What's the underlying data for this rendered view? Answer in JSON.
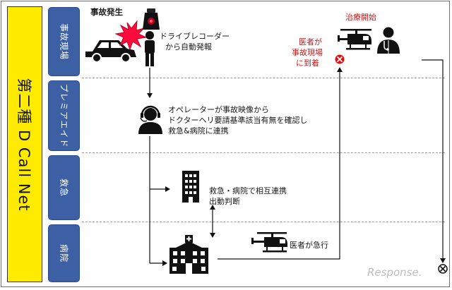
{
  "title": "第二種 D Call Net",
  "lanes": [
    {
      "label": "事故現場"
    },
    {
      "label": "プレミアエイド"
    },
    {
      "label": "救急"
    },
    {
      "label": "病院"
    }
  ],
  "labels": {
    "accident": "事故発生",
    "recorder_1": "ドライブレコーダー",
    "recorder_2": "から自動発報",
    "operator_1": "オペレーターが事故映像から",
    "operator_2": "ドクターヘリ要請基準該当有無を確認し",
    "operator_3": "救急&病院に連携",
    "coord_1": "救急・病院で相互連携",
    "coord_2": "出動判断",
    "doctor_rush": "医者が急行",
    "arrive_1": "医者が",
    "arrive_2": "事故現場",
    "arrive_3": "に到着",
    "treatment": "治療開始",
    "watermark": "Response."
  },
  "colors": {
    "title_bg": "#ffeb00",
    "lane_bg": "#3d5fa3",
    "accent_red": "#d21414",
    "icon_dark": "#111111"
  }
}
